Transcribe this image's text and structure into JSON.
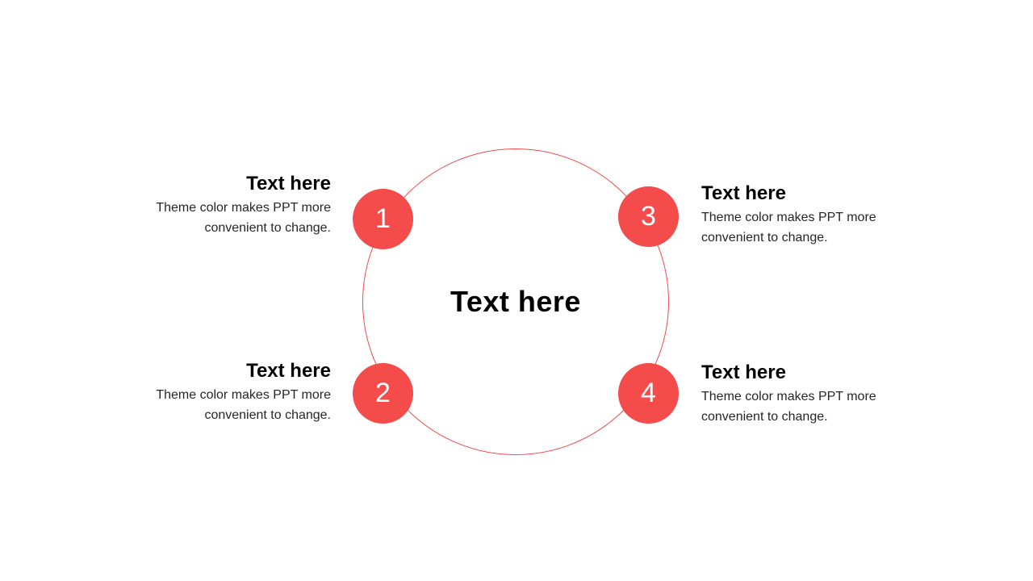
{
  "slide": {
    "center": {
      "title": "Text here"
    },
    "items": [
      {
        "number": "1",
        "position": "top-left",
        "title": "Text here",
        "description": "Theme color makes PPT more convenient to change."
      },
      {
        "number": "2",
        "position": "bottom-left",
        "title": "Text here",
        "description": "Theme color makes PPT more convenient to change."
      },
      {
        "number": "3",
        "position": "top-right",
        "title": "Text here",
        "description": "Theme color makes PPT more convenient to change."
      },
      {
        "number": "4",
        "position": "bottom-right",
        "title": "Text here",
        "description": "Theme color makes PPT more convenient to change."
      }
    ],
    "colors": {
      "accent": "#F44B4B",
      "text": "#000000",
      "description": "#262626",
      "background": "#FFFFFF"
    }
  }
}
